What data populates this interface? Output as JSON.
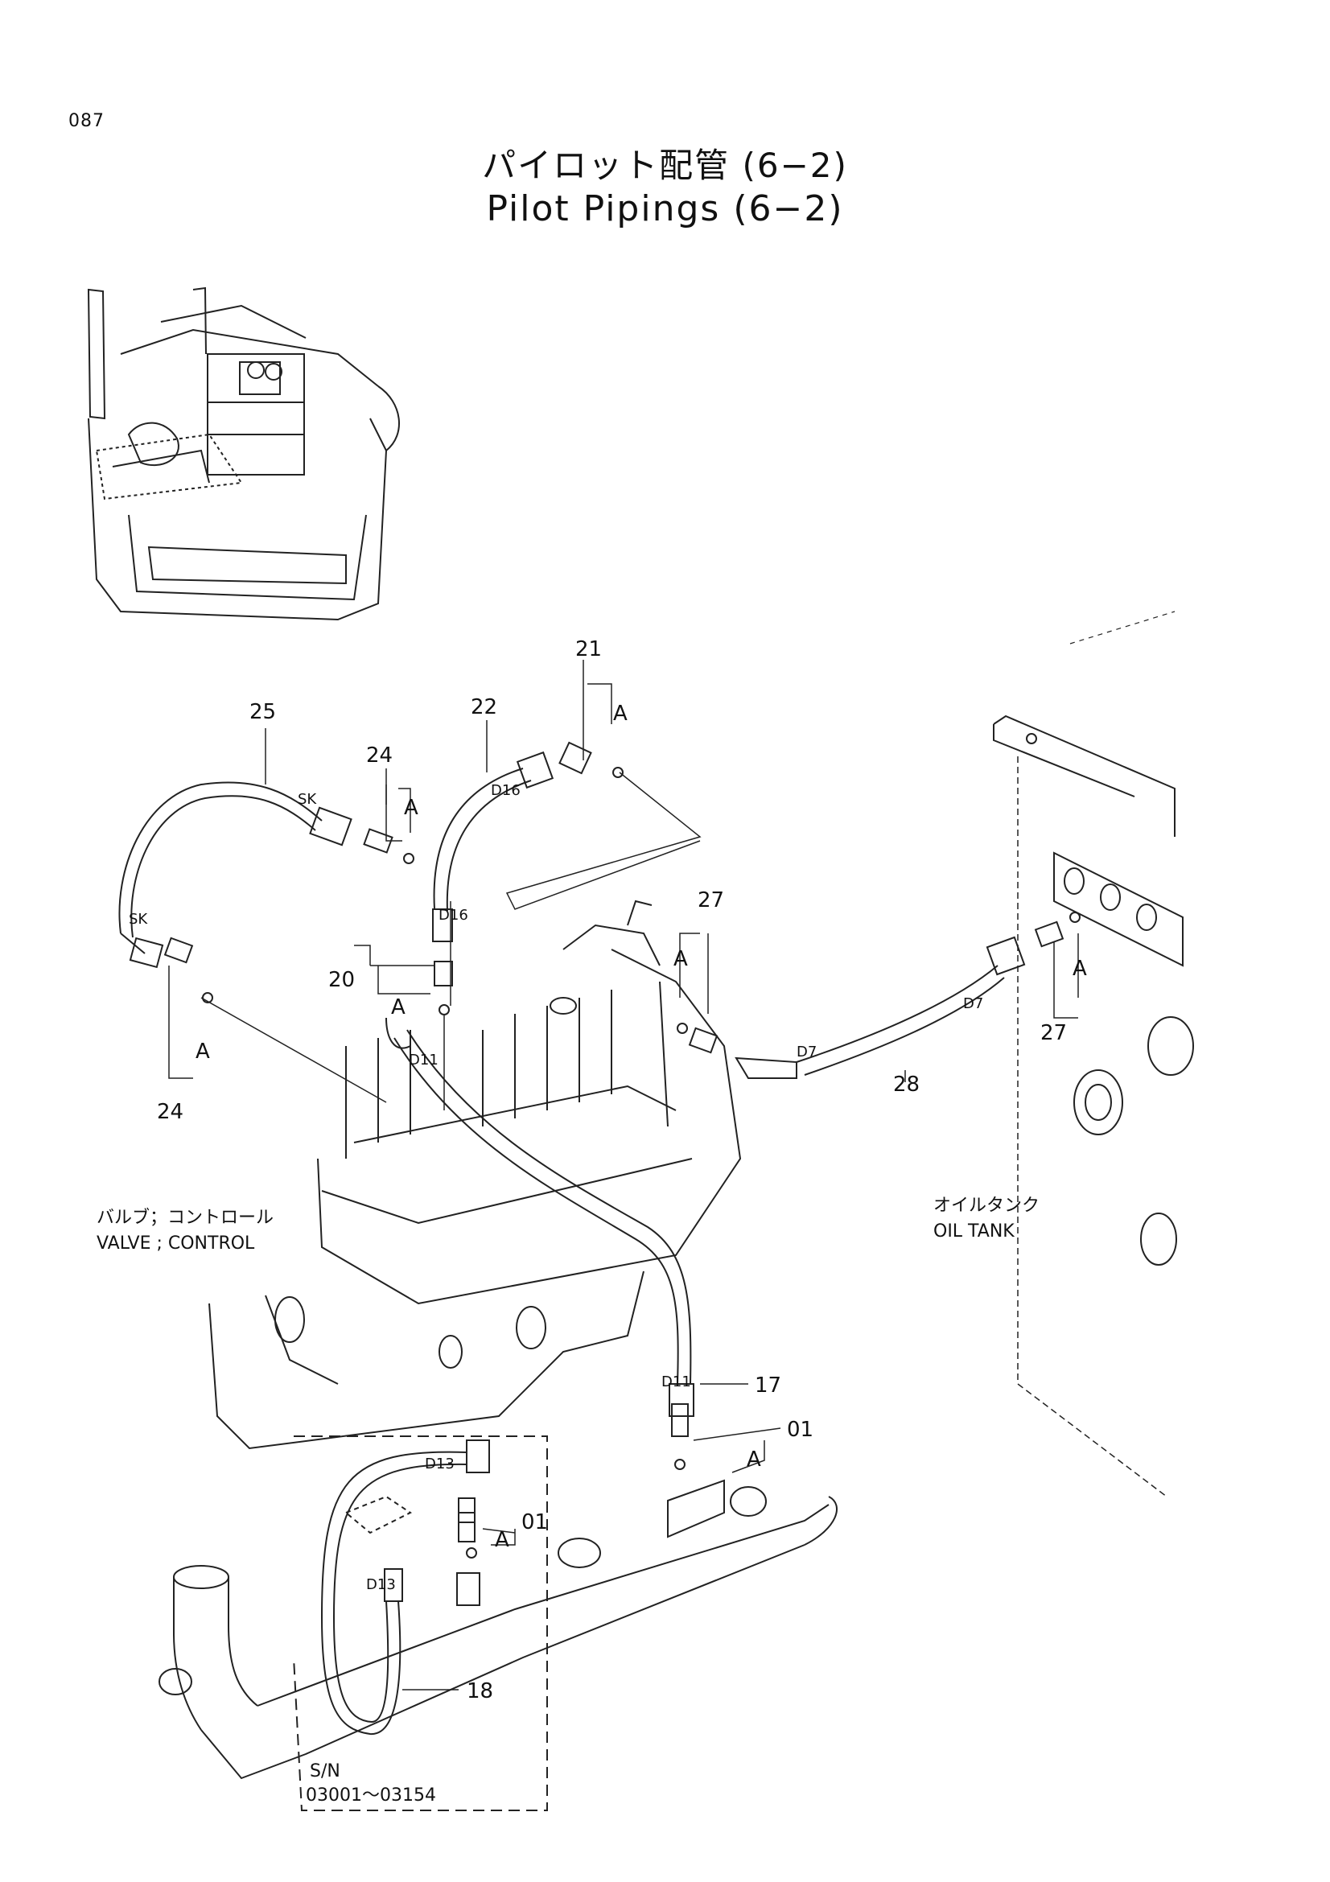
{
  "page_number": "087",
  "title_jp": "パイロット配管 (6−2)",
  "title_en": "Pilot Pipings (6−2)",
  "parts": {
    "p01a": "01",
    "p01b": "01",
    "p17": "17",
    "p18": "18",
    "p20": "20",
    "p21": "21",
    "p22": "22",
    "p24a": "24",
    "p24b": "24",
    "p25": "25",
    "p27a": "27",
    "p27b": "27",
    "p28": "28"
  },
  "letter_a": "A",
  "hose_codes": {
    "sk1": "SK",
    "sk2": "SK",
    "d16a": "D16",
    "d16b": "D16",
    "d11a": "D11",
    "d11b": "D11",
    "d7a": "D7",
    "d7b": "D7",
    "d13a": "D13",
    "d13b": "D13"
  },
  "labels": {
    "valve_jp": "バルブ；コントロール",
    "valve_en": "VALVE ; CONTROL",
    "tank_jp": "オイルタンク",
    "tank_en": "OIL TANK",
    "sn_label": "S/N",
    "sn_range": "03001～03154"
  }
}
